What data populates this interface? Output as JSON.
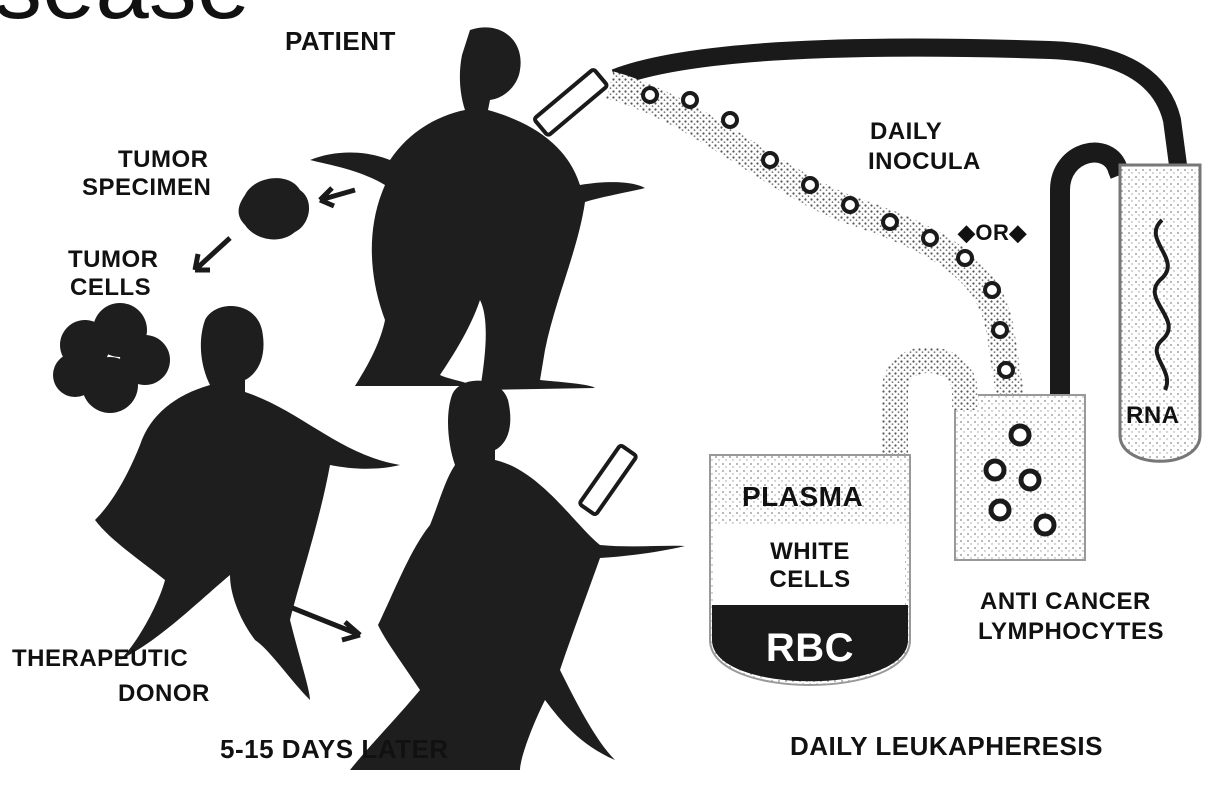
{
  "heading_fragment": "sease",
  "labels": {
    "patient": "PATIENT",
    "tumor_specimen_1": "TUMOR",
    "tumor_specimen_2": "SPECIMEN",
    "tumor_cells_1": "TUMOR",
    "tumor_cells_2": "CELLS",
    "therapeutic_donor_1": "THERAPEUTIC",
    "therapeutic_donor_2": "DONOR",
    "days_later": "5-15 DAYS LATER",
    "daily_inocula_1": "DAILY",
    "daily_inocula_2": "INOCULA",
    "or": "OR",
    "rna": "RNA",
    "plasma": "PLASMA",
    "white_cells_1": "WHITE",
    "white_cells_2": "CELLS",
    "rbc": "RBC",
    "anti_cancer_1": "ANTI CANCER",
    "anti_cancer_2": "LYMPHOCYTES",
    "daily_leukapheresis": "DAILY LEUKAPHERESIS"
  },
  "colors": {
    "ink": "#1a1a1a",
    "stipple": "#9a9a9a",
    "paper": "#ffffff"
  },
  "icons": [
    "patient-figure",
    "donor-figure",
    "donor-later-figure",
    "syringe-icon",
    "tumor-blob-icon",
    "test-tube-icon",
    "cell-icon"
  ]
}
